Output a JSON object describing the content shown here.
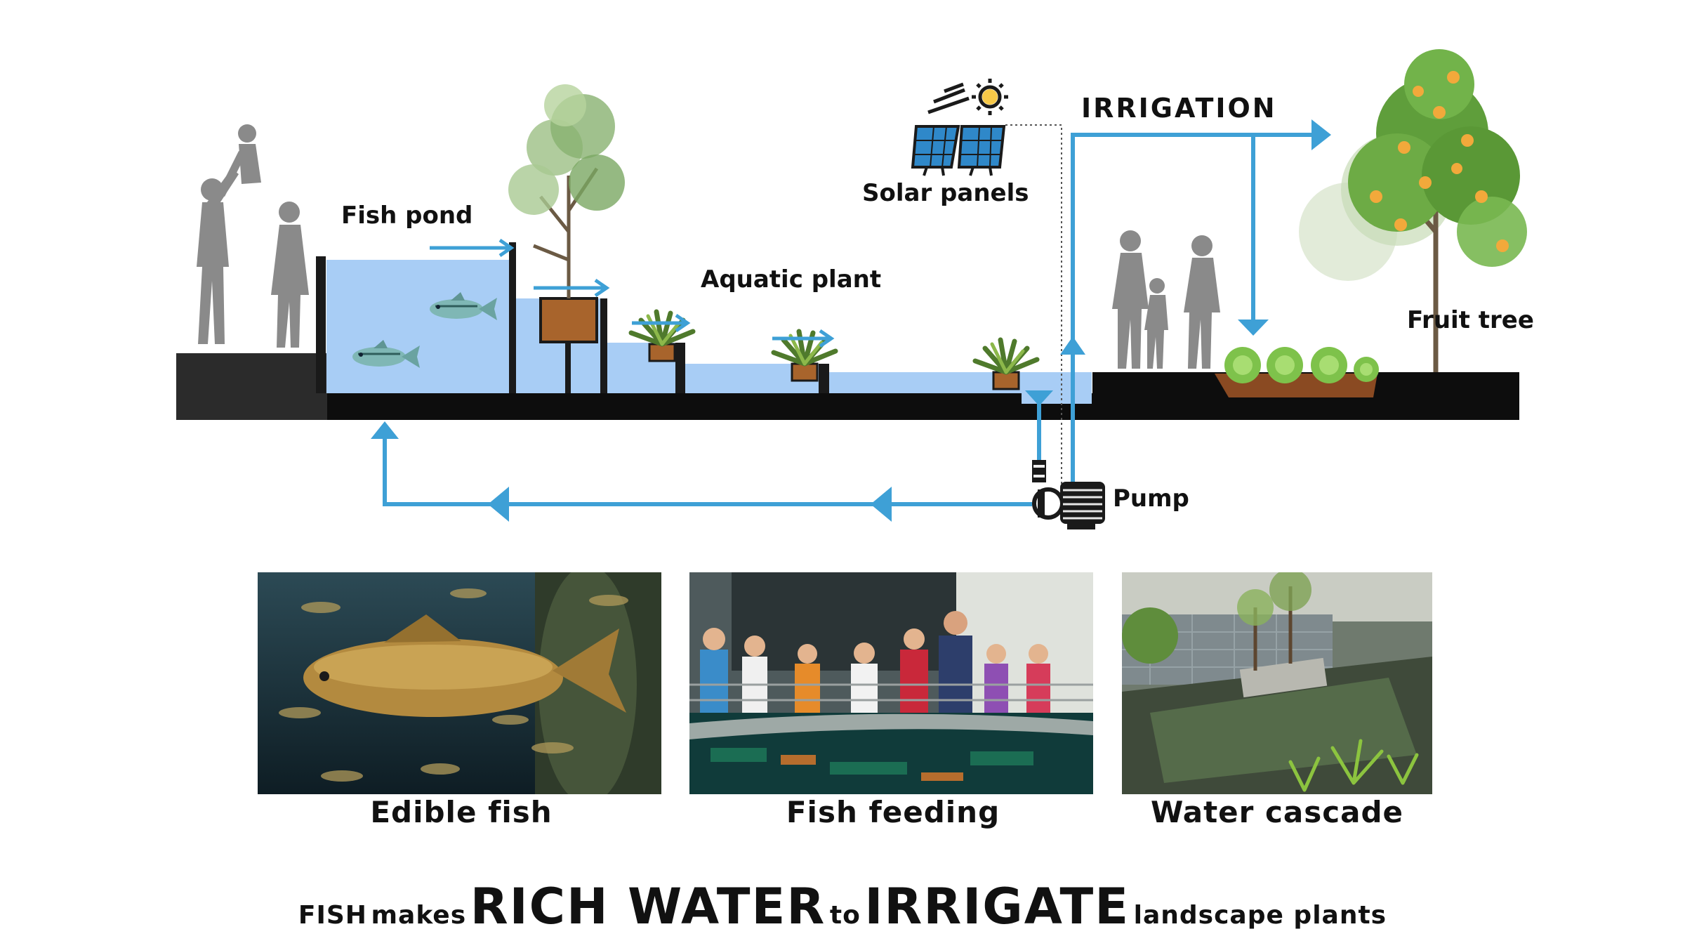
{
  "labels": {
    "fish_pond": "Fish pond",
    "aquatic_plant": "Aquatic plant",
    "solar_panels": "Solar panels",
    "irrigation": "IRRIGATION",
    "fruit_tree": "Fruit tree",
    "pump": "Pump"
  },
  "photos": [
    {
      "caption": "Edible fish"
    },
    {
      "caption": "Fish feeding"
    },
    {
      "caption": "Water cascade"
    }
  ],
  "footer": {
    "w1": "FISH",
    "w2": "makes",
    "w3": "RICH WATER",
    "w4": "to",
    "w5": "IRRIGATE",
    "w6": "landscape plants"
  },
  "colors": {
    "water": "#a8cdf5",
    "flow_arrow": "#3ea0d6",
    "ground": "#0d0d0d",
    "silhouette": "#8a8a8a"
  }
}
